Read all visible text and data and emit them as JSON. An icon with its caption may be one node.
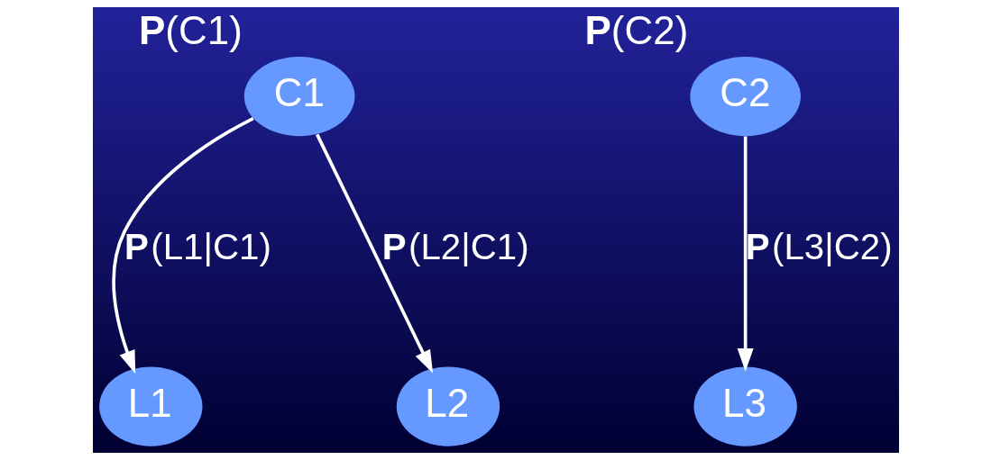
{
  "diagram": {
    "nodes": [
      {
        "text": [
          "C1"
        ],
        "beside": [
          "**P**(C1)"
        ]
      },
      {
        "text": [
          "C2"
        ],
        "beside": [
          "**P**(C2)"
        ]
      },
      {
        "text": [
          "L1"
        ]
      },
      {
        "text": [
          "L2"
        ]
      },
      {
        "text": [
          "L3"
        ]
      }
    ],
    "edges": [
      {
        "from": 0,
        "to": 2,
        "arrow": "to",
        "label": "**P**(L1|C1)"
      },
      {
        "from": 0,
        "to": 3,
        "arrow": "to",
        "label": "**P**(L2|C1)"
      },
      {
        "from": 1,
        "to": 4,
        "arrow": "to",
        "label": "**P**(L3|C2)"
      }
    ]
  }
}
